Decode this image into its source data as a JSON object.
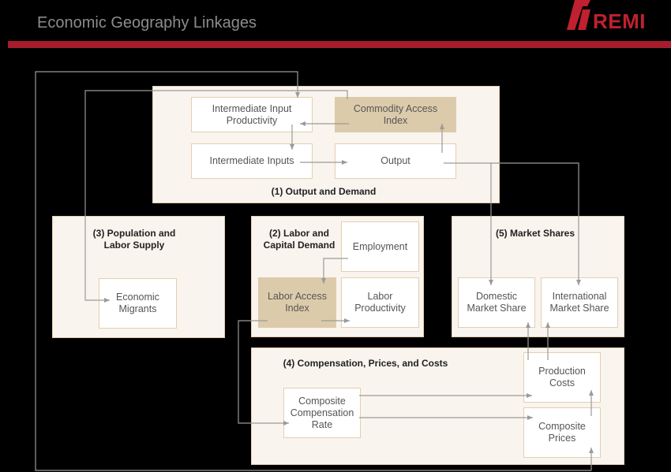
{
  "header": {
    "title": "Economic Geography Linkages",
    "logo_text": "REMI",
    "brand_color": "#a51d2d"
  },
  "groups": {
    "output_demand": "(1) Output and Demand",
    "labor_capital": "(2) Labor and\nCapital Demand",
    "population": "(3) Population and\nLabor Supply",
    "compensation": "(4) Compensation, Prices, and Costs",
    "market_shares": "(5) Market Shares"
  },
  "nodes": {
    "intermediate_input_productivity": "Intermediate Input\nProductivity",
    "commodity_access_index": "Commodity Access\nIndex",
    "intermediate_inputs": "Intermediate Inputs",
    "output": "Output",
    "employment": "Employment",
    "labor_access_index": "Labor Access\nIndex",
    "labor_productivity": "Labor\nProductivity",
    "economic_migrants": "Economic\nMigrants",
    "domestic_market_share": "Domestic\nMarket Share",
    "international_market_share": "International\nMarket Share",
    "production_costs": "Production\nCosts",
    "composite_compensation_rate": "Composite\nCompensation\nRate",
    "composite_prices": "Composite\nPrices"
  },
  "colors": {
    "group_fill": "#f9f4ee",
    "highlight_fill": "#dccbaa",
    "connector": "#9a9a9a"
  }
}
